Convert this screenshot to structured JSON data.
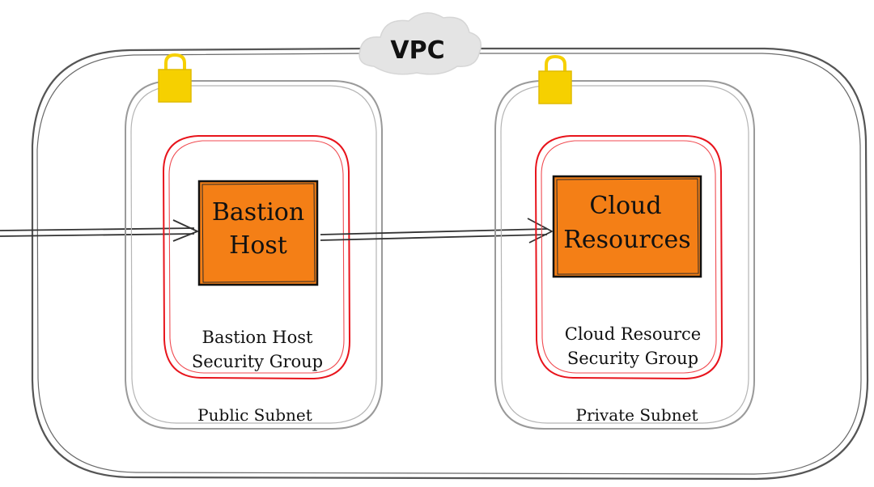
{
  "vpc": {
    "label": "VPC"
  },
  "public_subnet": {
    "label": "Public Subnet",
    "security_group_label": {
      "line1": "Bastion Host",
      "line2": "Security Group"
    },
    "resource": {
      "line1": "Bastion",
      "line2": "Host"
    },
    "lock_icon": "lock-icon"
  },
  "private_subnet": {
    "label": "Private Subnet",
    "security_group_label": {
      "line1": "Cloud Resource",
      "line2": "Security Group"
    },
    "resource": {
      "line1": "Cloud",
      "line2": "Resources"
    },
    "lock_icon": "lock-icon"
  },
  "colors": {
    "vpc_border": "#555555",
    "subnet_border": "#9a9a9a",
    "security_group_border": "#e8141c",
    "resource_fill": "#f47f16",
    "resource_border": "#111111",
    "lock": "#f6d000",
    "cloud_fill": "#e4e4e4",
    "arrow": "#333333"
  }
}
